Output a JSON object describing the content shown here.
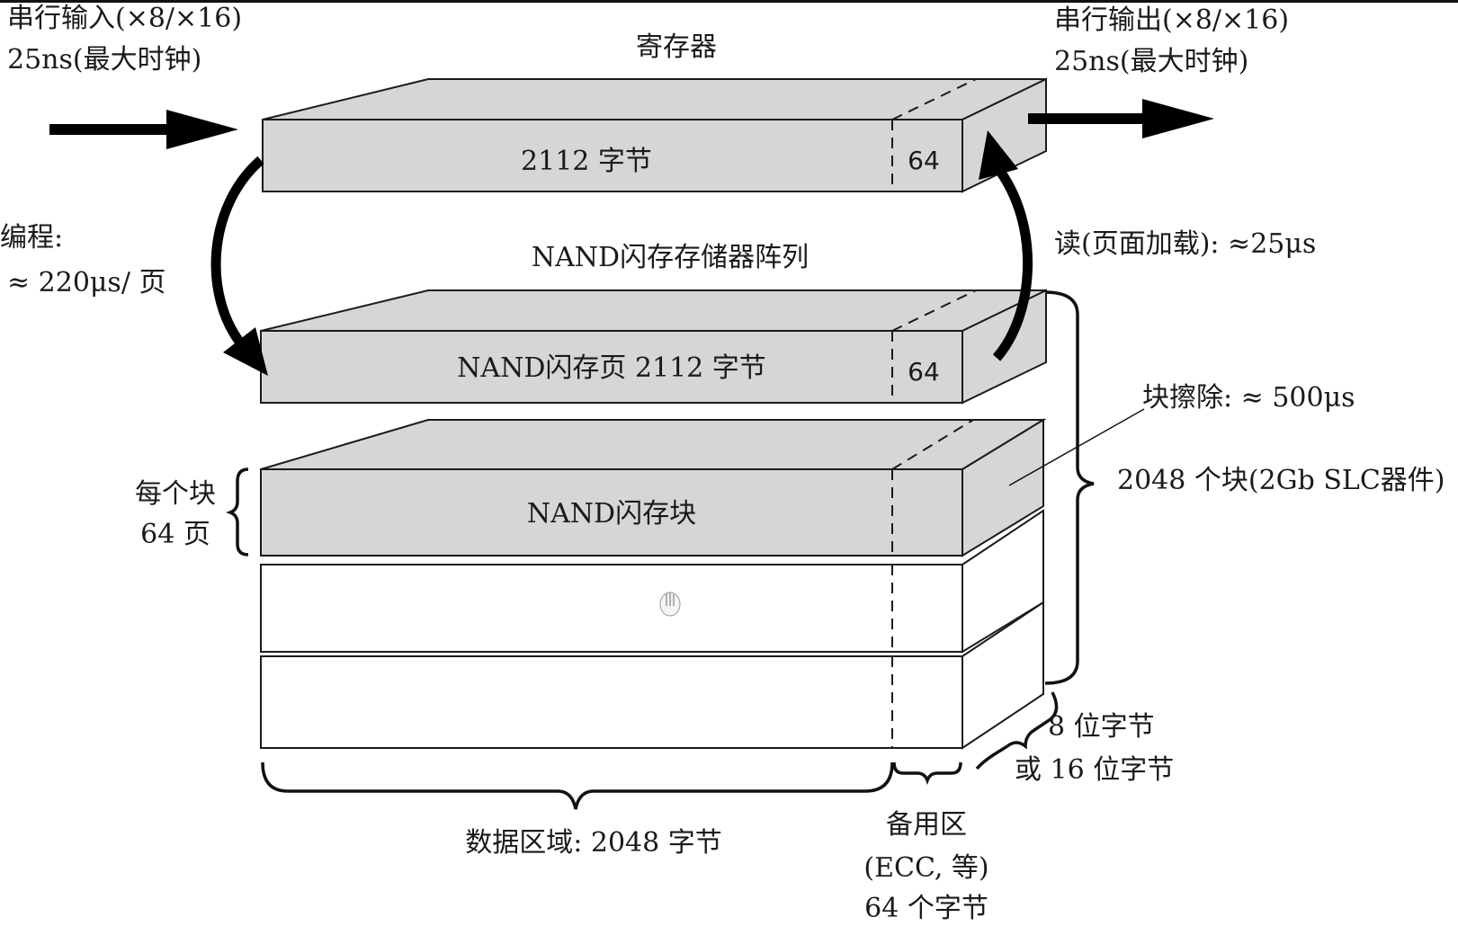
{
  "labels": {
    "serial_in_line1": "串行输入(×8/×16)",
    "serial_in_line2": "25ns(最大时钟)",
    "serial_out_line1": "串行输出(×8/×16)",
    "serial_out_line2": "25ns(最大时钟)",
    "register": "寄存器",
    "register_data": "2112 字节",
    "register_spare": "64",
    "program_line1": "编程:",
    "program_line2": "≈ 220μs/ 页",
    "array_title": "NAND闪存存储器阵列",
    "read": "读(页面加载): ≈25μs",
    "page_data": "NAND闪存页 2112 字节",
    "page_spare": "64",
    "erase": "块擦除: ≈ 500μs",
    "blocks_count": "2048 个块(2Gb SLC器件)",
    "per_block_line1": "每个块",
    "per_block_line2": "64 页",
    "block_label": "NAND闪存块",
    "width_line1": "8 位字节",
    "width_line2": "或 16 位字节",
    "data_area": "数据区域: 2048 字节",
    "spare_line1": "备用区",
    "spare_line2": "(ECC, 等)",
    "spare_line3": "64 个字节"
  },
  "colors": {
    "shaded_face": "#d6d6d6",
    "outline": "#1a1a1a",
    "arrow": "#000000"
  },
  "icons": {
    "input_arrow": "arrow-right-icon",
    "output_arrow": "arrow-right-icon",
    "program_arrow": "curved-arrow-down-icon",
    "read_arrow": "curved-arrow-up-icon",
    "cursor": "hand-cursor-icon"
  }
}
